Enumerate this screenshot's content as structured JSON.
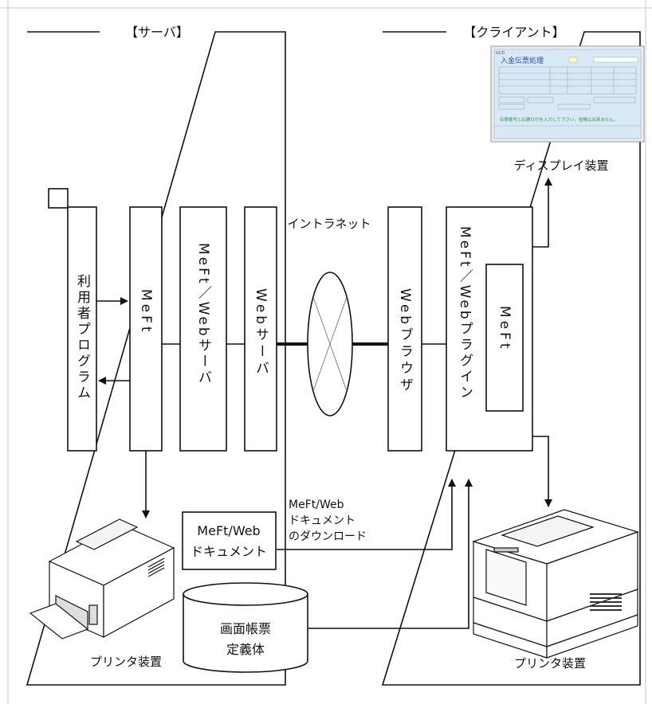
{
  "server": {
    "title": "【サーバ】"
  },
  "client": {
    "title": "【クライアント】"
  },
  "network": {
    "label": "イントラネット"
  },
  "modules": {
    "user_program": "利用者プログラム",
    "meft": "MeFt",
    "meft_web_server": "MeFt／Webサーバ",
    "web_server": "Webサーバ",
    "web_browser": "Webブラウザ",
    "meft_web_plugin": "MeFt／Webプラグイン",
    "client_meft": "MeFt"
  },
  "document_box": {
    "line1": "MeFt/Web",
    "line2": "ドキュメント"
  },
  "download_label": {
    "line1": "MeFt/Web",
    "line2": "ドキュメント",
    "line3": "のダウンロード"
  },
  "definition_db": {
    "line1": "画面帳票",
    "line2": "定義体"
  },
  "display_device": "ディスプレイ装置",
  "server_printer": "プリンタ装置",
  "client_printer": "プリンタ装置",
  "display_screen": {
    "corner": "GCD",
    "title": "入金伝票処理",
    "hint": "伝票番号と伝票日付を入力して下さい。省略は出来ません。",
    "screen_color": "#d9e8f5",
    "text_color": "#3b4b9a",
    "hint_color": "#2a9a55"
  }
}
